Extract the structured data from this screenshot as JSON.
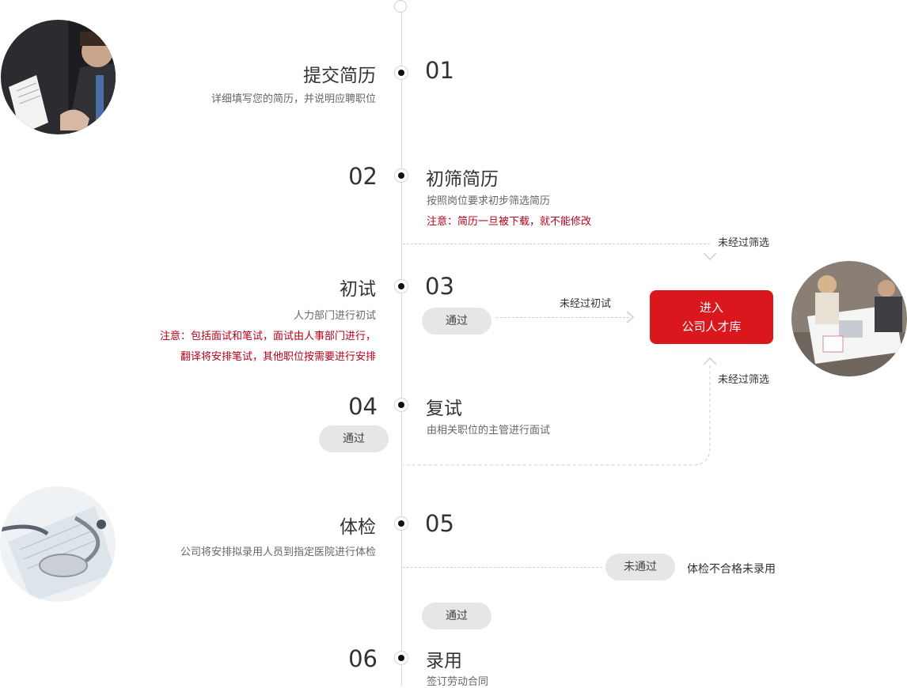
{
  "steps": [
    {
      "num": "01",
      "title": "提交简历",
      "desc": "详细填写您的简历，并说明应聘职位"
    },
    {
      "num": "02",
      "title": "初筛简历",
      "desc": "按照岗位要求初步筛选简历",
      "note": "注意：简历一旦被下载，就不能修改"
    },
    {
      "num": "03",
      "title": "初试",
      "desc": "人力部门进行初试",
      "note_line1": "注意：包括面试和笔试，面试由人事部门进行，",
      "note_line2": "翻译将安排笔试，其他职位按需要进行安排"
    },
    {
      "num": "04",
      "title": "复试",
      "desc": "由相关职位的主管进行面试"
    },
    {
      "num": "05",
      "title": "体检",
      "desc": "公司将安排拟录用人员到指定医院进行体检"
    },
    {
      "num": "06",
      "title": "录用",
      "desc": "签订劳动合同"
    }
  ],
  "pills": {
    "pass": "通过",
    "fail": "未通过"
  },
  "labels": {
    "not_screened": "未经过筛选",
    "not_first_interview": "未经过初试",
    "health_fail": "体检不合格未录用"
  },
  "cta": {
    "line1": "进入",
    "line2": "公司人才库"
  },
  "colors": {
    "accent": "#d9171d",
    "note": "#b3001b",
    "pill": "#e6e6e6",
    "line": "#d8d8d8"
  }
}
